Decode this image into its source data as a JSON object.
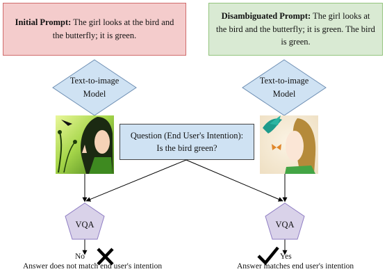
{
  "initial_prompt": {
    "label": "Initial Prompt:",
    "text": " The girl looks at the bird and the butterfly; it is green."
  },
  "disambiguated_prompt": {
    "label": "Disambiguated Prompt:",
    "text": " The girl looks at the bird and the butterfly; it is green. The bird is green."
  },
  "t2i": {
    "line1": "Text-to-image",
    "line2": "Model"
  },
  "question": {
    "line1": "Question (End User's Intention):",
    "line2": "Is the bird green?"
  },
  "vqa": "VQA",
  "left_result": {
    "answer": "No",
    "caption": "Answer does not match end user's intention",
    "mark": "cross-icon"
  },
  "right_result": {
    "answer": "Yes",
    "caption": "Answer matches end user's intention",
    "mark": "check-icon"
  },
  "colors": {
    "initial_fill": "#f4cccc",
    "initial_stroke": "#cf6b6b",
    "disambiguated_fill": "#d9ead3",
    "disambiguated_stroke": "#93c47d",
    "model_fill": "#cfe2f3",
    "vqa_fill": "#d9d2e9"
  }
}
